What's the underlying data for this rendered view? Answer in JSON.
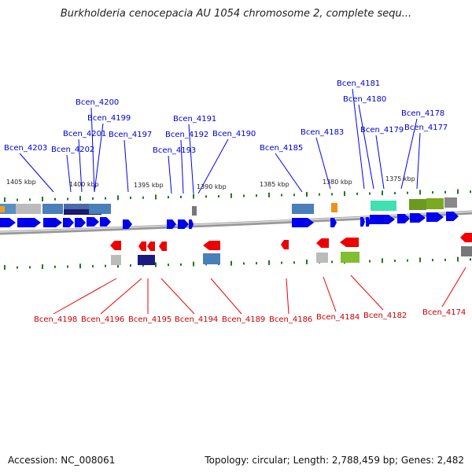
{
  "title": "Burkholderia cenocepacia AU 1054 chromosome 2, complete sequ...",
  "footer": {
    "accession": "Accession: NC_008061",
    "topology": "Topology: circular; Length: 2,788,459 bp; Genes: 2,482"
  },
  "scale": {
    "labels": [
      {
        "text": "1405 kbp",
        "pos": 1405
      },
      {
        "text": "1400 kbp",
        "pos": 1400
      },
      {
        "text": "1395 kbp",
        "pos": 1395
      },
      {
        "text": "1390 kbp",
        "pos": 1390
      },
      {
        "text": "1385 kbp",
        "pos": 1385
      },
      {
        "text": "1380 kbp",
        "pos": 1380
      },
      {
        "text": "1375 kbp",
        "pos": 1375
      }
    ]
  },
  "genes_forward": [
    "Bcen_4203",
    "Bcen_4202",
    "Bcen_4201",
    "Bcen_4200",
    "Bcen_4199",
    "Bcen_4197",
    "Bcen_4193",
    "Bcen_4192",
    "Bcen_4191",
    "Bcen_4190",
    "Bcen_4185",
    "Bcen_4183",
    "Bcen_4181",
    "Bcen_4180",
    "Bcen_4179",
    "Bcen_4178",
    "Bcen_4177"
  ],
  "genes_reverse": [
    "Bcen_4198",
    "Bcen_4196",
    "Bcen_4195",
    "Bcen_4194",
    "Bcen_4189",
    "Bcen_4186",
    "Bcen_4184",
    "Bcen_4182",
    "Bcen_4174"
  ],
  "colors": {
    "forward": "#0000ee",
    "reverse": "#ee0000",
    "forward_label": "#0000cc",
    "reverse_label": "#cc0000",
    "tick": "#227722",
    "backbone": "#888888"
  }
}
